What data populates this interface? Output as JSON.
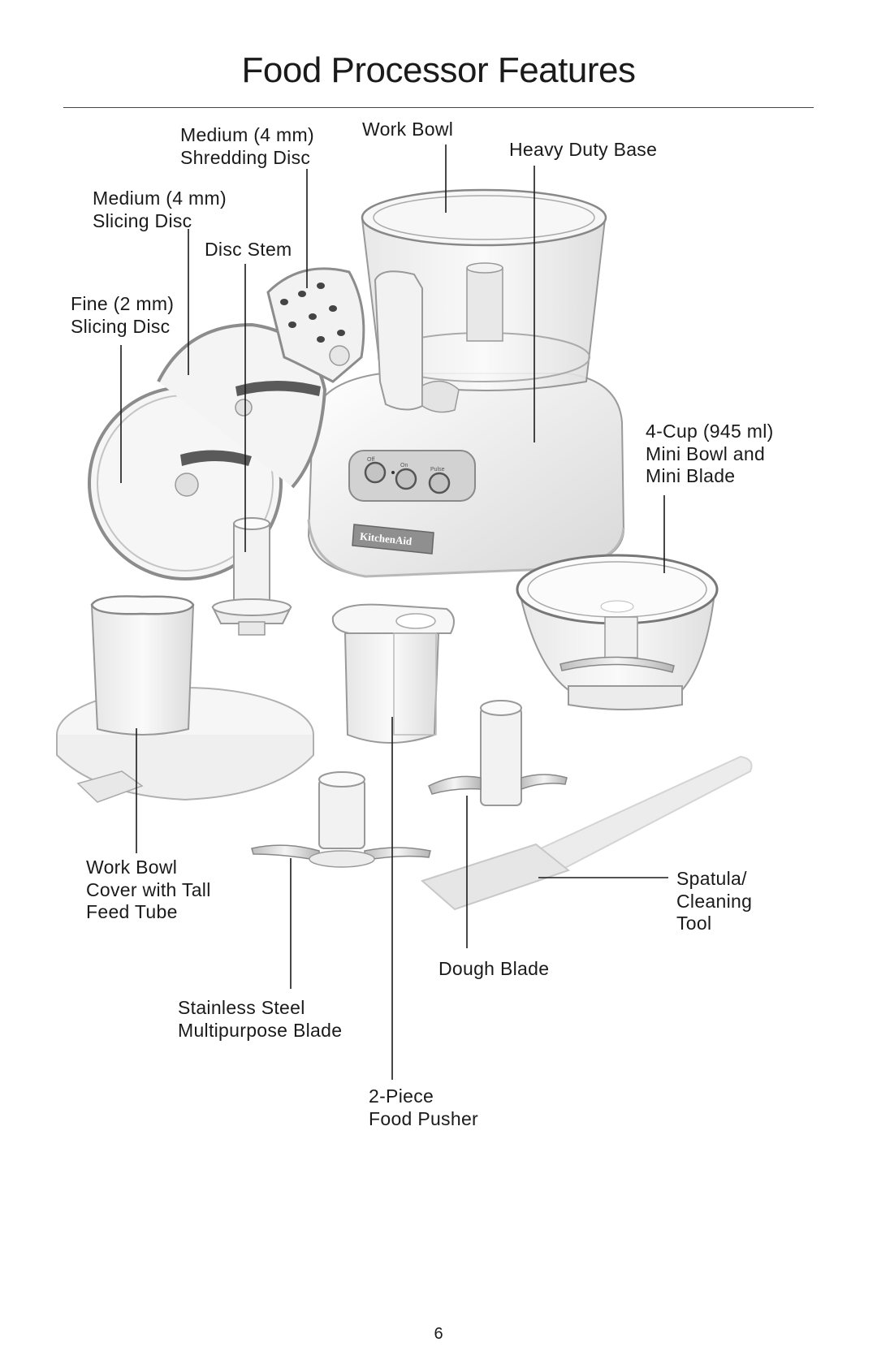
{
  "title": "Food Processor Features",
  "page_number": "6",
  "labels": {
    "shredding_disc": [
      "Medium (4 mm)",
      "Shredding Disc"
    ],
    "work_bowl": [
      "Work Bowl"
    ],
    "heavy_duty_base": [
      "Heavy Duty Base"
    ],
    "slicing_disc_medium": [
      "Medium (4 mm)",
      "Slicing Disc"
    ],
    "disc_stem": [
      "Disc Stem"
    ],
    "slicing_disc_fine": [
      "Fine (2 mm)",
      "Slicing Disc"
    ],
    "mini_bowl": [
      "4-Cup (945 ml)",
      "Mini Bowl and",
      "Mini Blade"
    ],
    "work_bowl_cover": [
      "Work Bowl",
      "Cover with Tall",
      "Feed Tube"
    ],
    "spatula": [
      "Spatula/",
      "Cleaning",
      "Tool"
    ],
    "dough_blade": [
      "Dough Blade"
    ],
    "multipurpose_blade": [
      "Stainless Steel",
      "Multipurpose Blade"
    ],
    "food_pusher": [
      "2-Piece",
      "Food Pusher"
    ]
  },
  "control_panel": {
    "buttons": [
      "Off",
      "On",
      "Pulse"
    ]
  },
  "brand_badge": "KitchenAid"
}
